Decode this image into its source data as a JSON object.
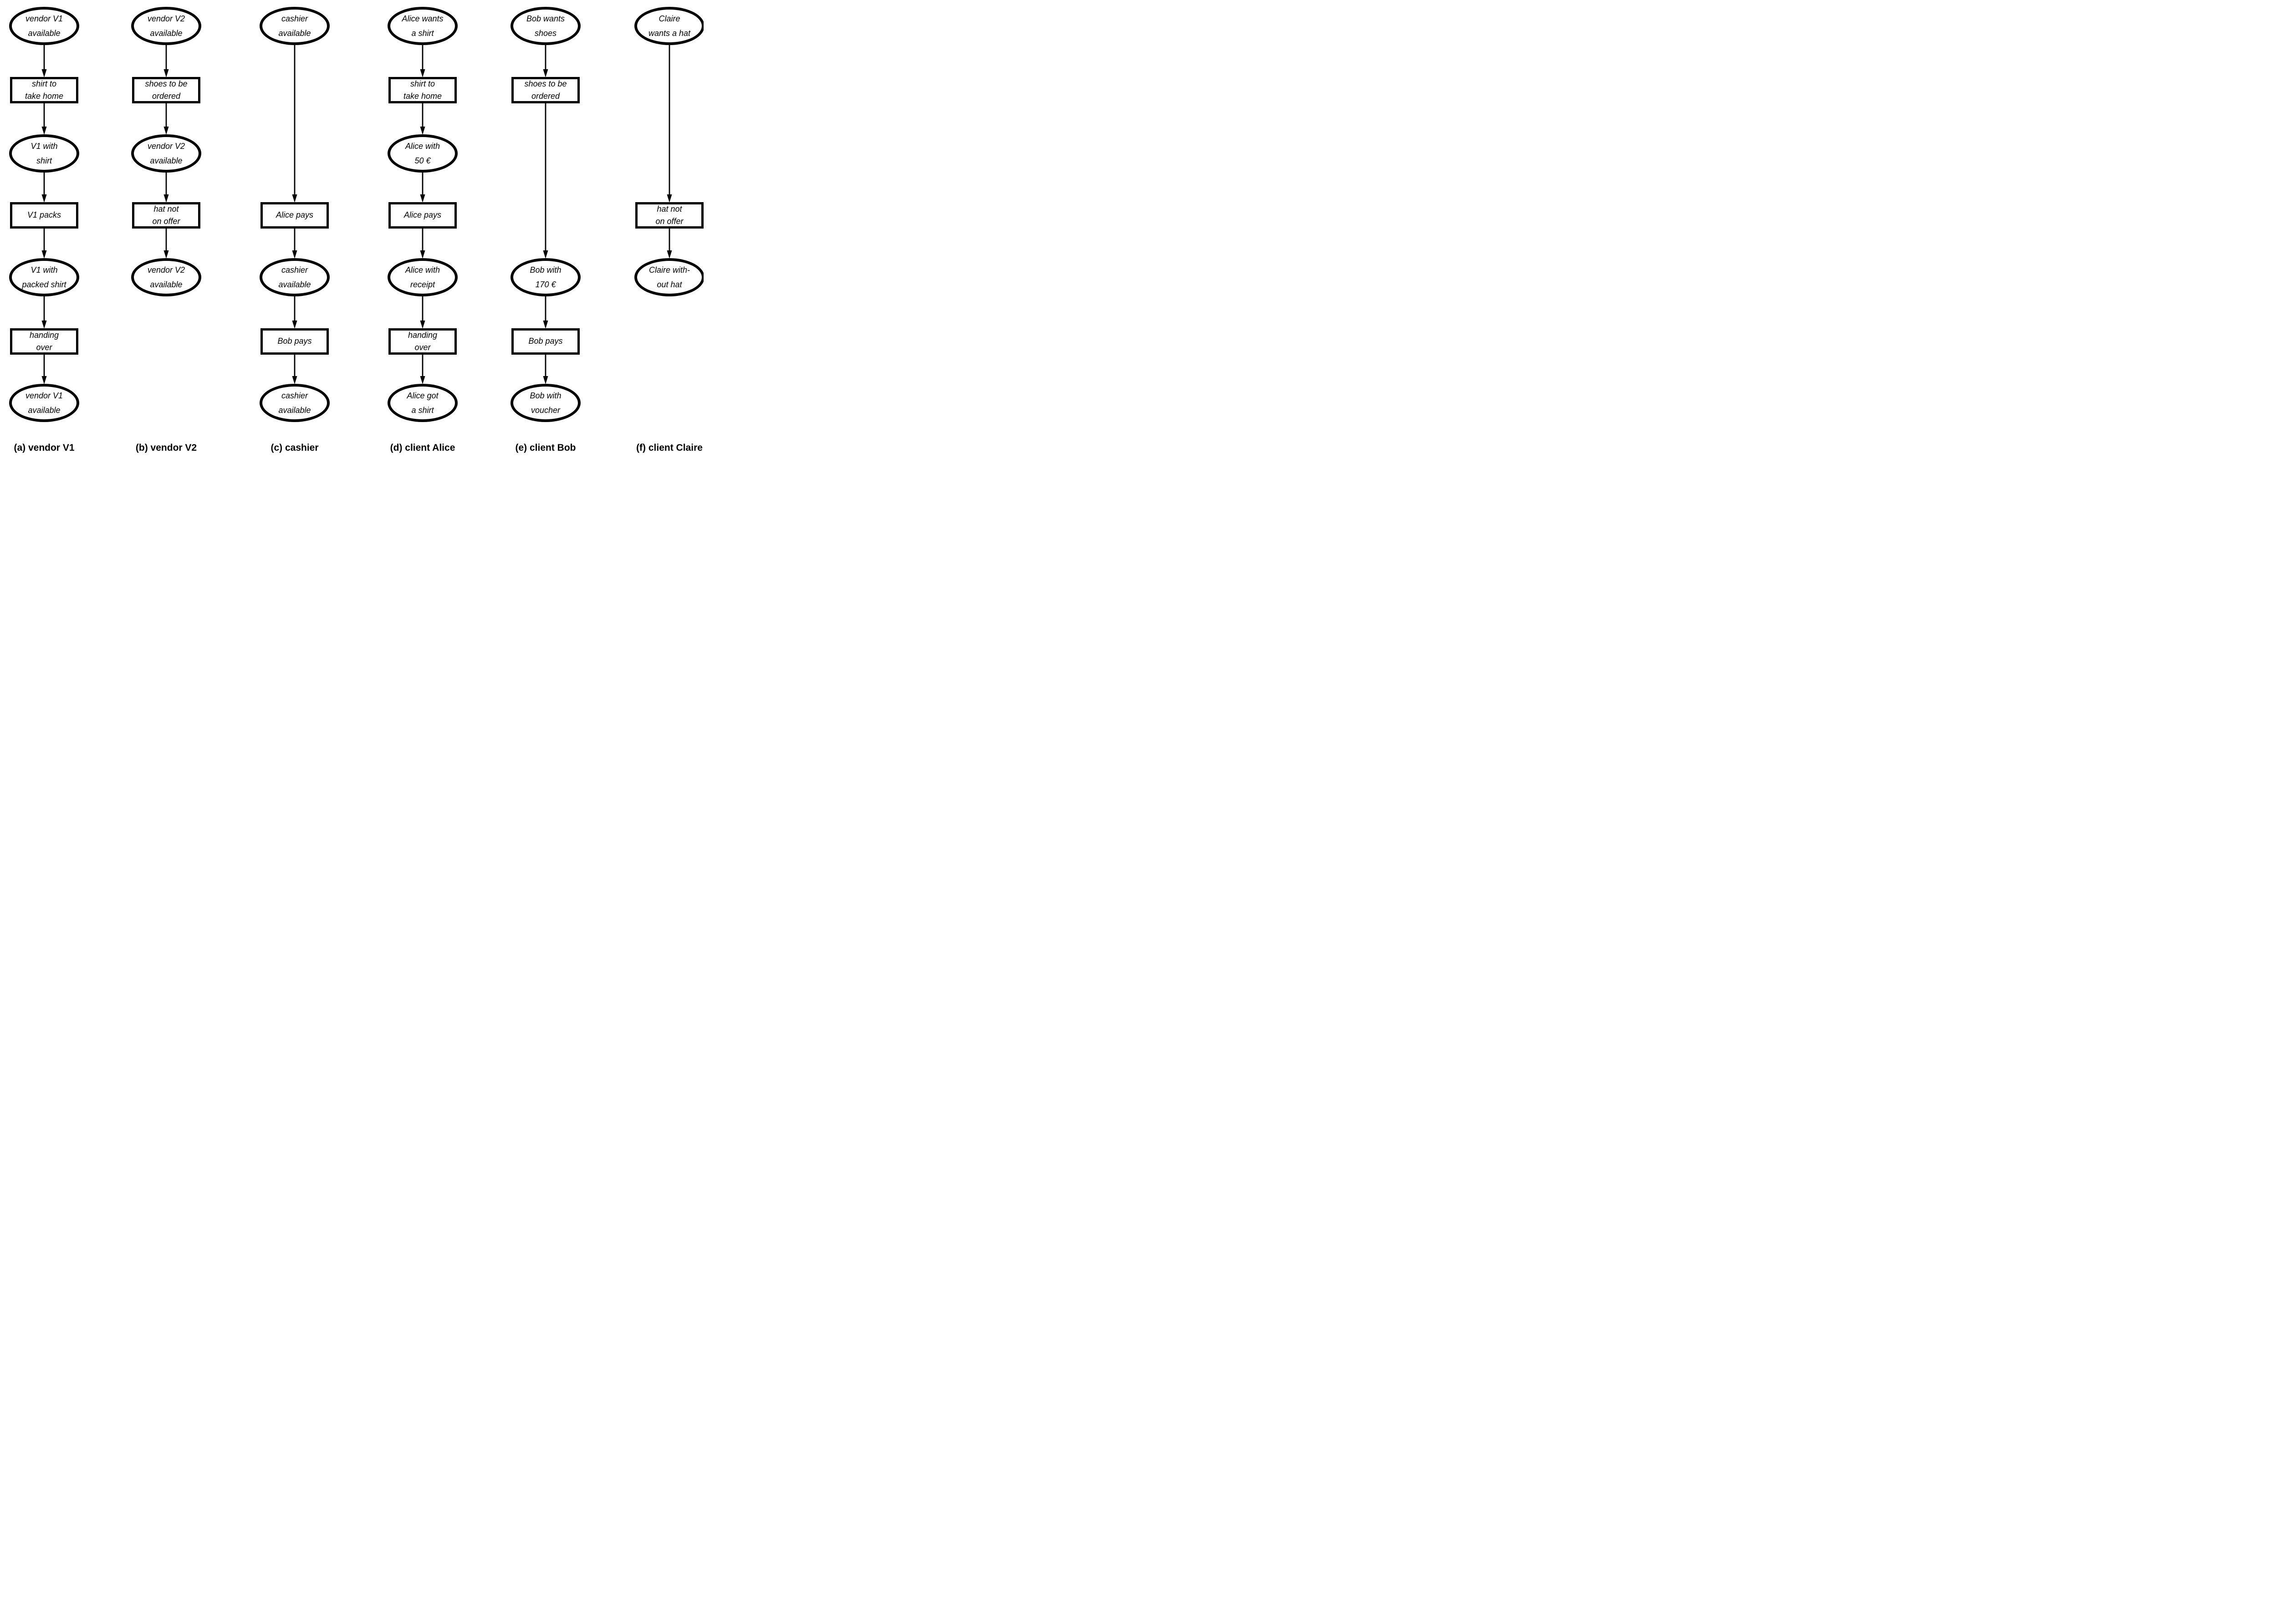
{
  "diagram": {
    "background": "#ffffff",
    "ink": "#000000",
    "columns": [
      {
        "id": "a",
        "caption": "(a) vendor V1",
        "nodes": [
          {
            "shape": "ellipse",
            "row": 0,
            "label": "vendor V1\navailable"
          },
          {
            "shape": "rect",
            "row": 1,
            "label": "shirt to\ntake home"
          },
          {
            "shape": "ellipse",
            "row": 2,
            "label": "V1 with\nshirt"
          },
          {
            "shape": "rect",
            "row": 3,
            "label": "V1 packs"
          },
          {
            "shape": "ellipse",
            "row": 4,
            "label": "V1 with\npacked shirt"
          },
          {
            "shape": "rect",
            "row": 5,
            "label": "handing\nover"
          },
          {
            "shape": "ellipse",
            "row": 6,
            "label": "vendor V1\navailable"
          }
        ]
      },
      {
        "id": "b",
        "caption": "(b) vendor V2",
        "nodes": [
          {
            "shape": "ellipse",
            "row": 0,
            "label": "vendor V2\navailable"
          },
          {
            "shape": "rect",
            "row": 1,
            "label": "shoes to be\nordered"
          },
          {
            "shape": "ellipse",
            "row": 2,
            "label": "vendor V2\navailable"
          },
          {
            "shape": "rect",
            "row": 3,
            "label": "hat not\non offer"
          },
          {
            "shape": "ellipse",
            "row": 4,
            "label": "vendor V2\navailable"
          }
        ]
      },
      {
        "id": "c",
        "caption": "(c) cashier",
        "nodes": [
          {
            "shape": "ellipse",
            "row": 0,
            "label": "cashier\navailable"
          },
          {
            "shape": "rect",
            "row": 3,
            "label": "Alice pays"
          },
          {
            "shape": "ellipse",
            "row": 4,
            "label": "cashier\navailable"
          },
          {
            "shape": "rect",
            "row": 5,
            "label": "Bob pays"
          },
          {
            "shape": "ellipse",
            "row": 6,
            "label": "cashier\navailable"
          }
        ]
      },
      {
        "id": "d",
        "caption": "(d) client Alice",
        "nodes": [
          {
            "shape": "ellipse",
            "row": 0,
            "label": "Alice wants\na shirt"
          },
          {
            "shape": "rect",
            "row": 1,
            "label": "shirt to\ntake home"
          },
          {
            "shape": "ellipse",
            "row": 2,
            "label": "Alice with\n50 €"
          },
          {
            "shape": "rect",
            "row": 3,
            "label": "Alice pays"
          },
          {
            "shape": "ellipse",
            "row": 4,
            "label": "Alice with\nreceipt"
          },
          {
            "shape": "rect",
            "row": 5,
            "label": "handing\nover"
          },
          {
            "shape": "ellipse",
            "row": 6,
            "label": "Alice got\na shirt"
          }
        ]
      },
      {
        "id": "e",
        "caption": "(e) client Bob",
        "nodes": [
          {
            "shape": "ellipse",
            "row": 0,
            "label": "Bob wants\nshoes"
          },
          {
            "shape": "rect",
            "row": 1,
            "label": "shoes to be\nordered"
          },
          {
            "shape": "ellipse",
            "row": 4,
            "label": "Bob with\n170 €"
          },
          {
            "shape": "rect",
            "row": 5,
            "label": "Bob pays"
          },
          {
            "shape": "ellipse",
            "row": 6,
            "label": "Bob with\nvoucher"
          }
        ]
      },
      {
        "id": "f",
        "caption": "(f) client Claire",
        "nodes": [
          {
            "shape": "ellipse",
            "row": 0,
            "label": "Claire\nwants a hat"
          },
          {
            "shape": "rect",
            "row": 3,
            "label": "hat not\non offer"
          },
          {
            "shape": "ellipse",
            "row": 4,
            "label": "Claire with-\nout hat"
          }
        ]
      }
    ]
  }
}
